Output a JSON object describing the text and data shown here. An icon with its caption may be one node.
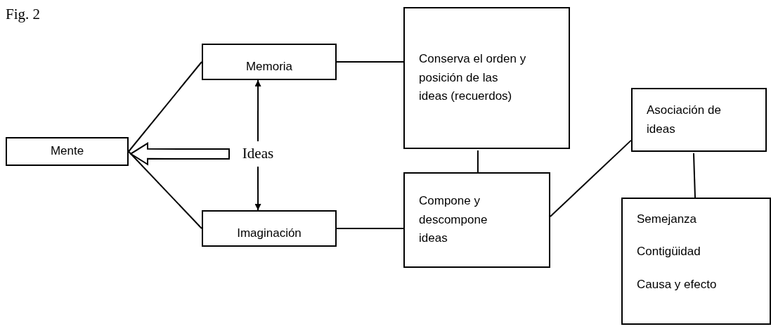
{
  "diagram": {
    "title": "Fig. 2",
    "nodes": [
      {
        "text": [
          "Mente"
        ]
      },
      {
        "text": [
          "Memoria"
        ]
      },
      {
        "text": [
          "Imaginación"
        ]
      },
      {
        "text": [
          "Ideas"
        ]
      },
      {
        "text": [
          "Conserva el orden y posición de las ideas (recuerdos)"
        ]
      },
      {
        "text": [
          "Compone y descompone ideas"
        ]
      },
      {
        "text": [
          "Asociación de ideas"
        ]
      },
      {
        "text": [
          "Semejanza",
          "Contigüidad",
          "Causa y efecto"
        ]
      }
    ],
    "edges": [
      {
        "from": 0,
        "to": 1,
        "arrow": "none"
      },
      {
        "from": 0,
        "to": 2,
        "arrow": "none"
      },
      {
        "from": 3,
        "to": 1,
        "arrow": "to"
      },
      {
        "from": 3,
        "to": 2,
        "arrow": "to"
      },
      {
        "from": 3,
        "to": 0,
        "arrow": "to",
        "style": "thick"
      },
      {
        "from": 1,
        "to": 4,
        "arrow": "none"
      },
      {
        "from": 2,
        "to": 5,
        "arrow": "none"
      },
      {
        "from": 4,
        "to": 5,
        "arrow": "none"
      },
      {
        "from": 5,
        "to": 6,
        "arrow": "none"
      },
      {
        "from": 6,
        "to": 7,
        "arrow": "none"
      }
    ]
  }
}
